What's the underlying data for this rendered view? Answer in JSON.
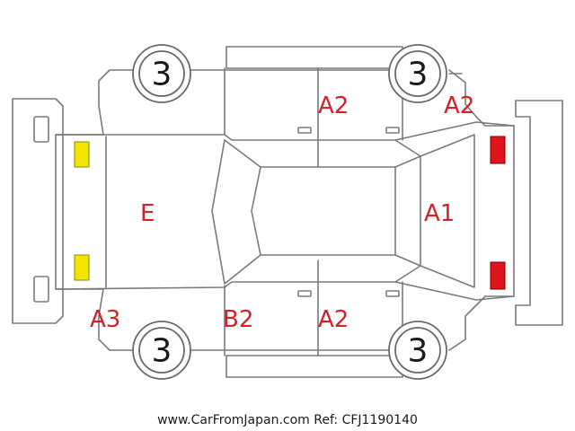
{
  "colors": {
    "damage_text": "#d42027",
    "front_lamp": "#f2e600",
    "rear_lamp": "#e0141c",
    "outline": "#7a7a7a"
  },
  "tyres": {
    "front_left": "3",
    "rear_left": "3",
    "front_right": "3",
    "rear_right": "3"
  },
  "damage_codes": {
    "front_hood": "E",
    "windshield_area": "A1",
    "right_upper_door": "A2",
    "right_upper_fender": "A2",
    "left_lower_door": "A2",
    "left_lower_pillar": "B2",
    "left_lower_fender": "A3"
  },
  "footer": {
    "reference": "www.CarFromJapan.com Ref: CFJ1190140"
  }
}
